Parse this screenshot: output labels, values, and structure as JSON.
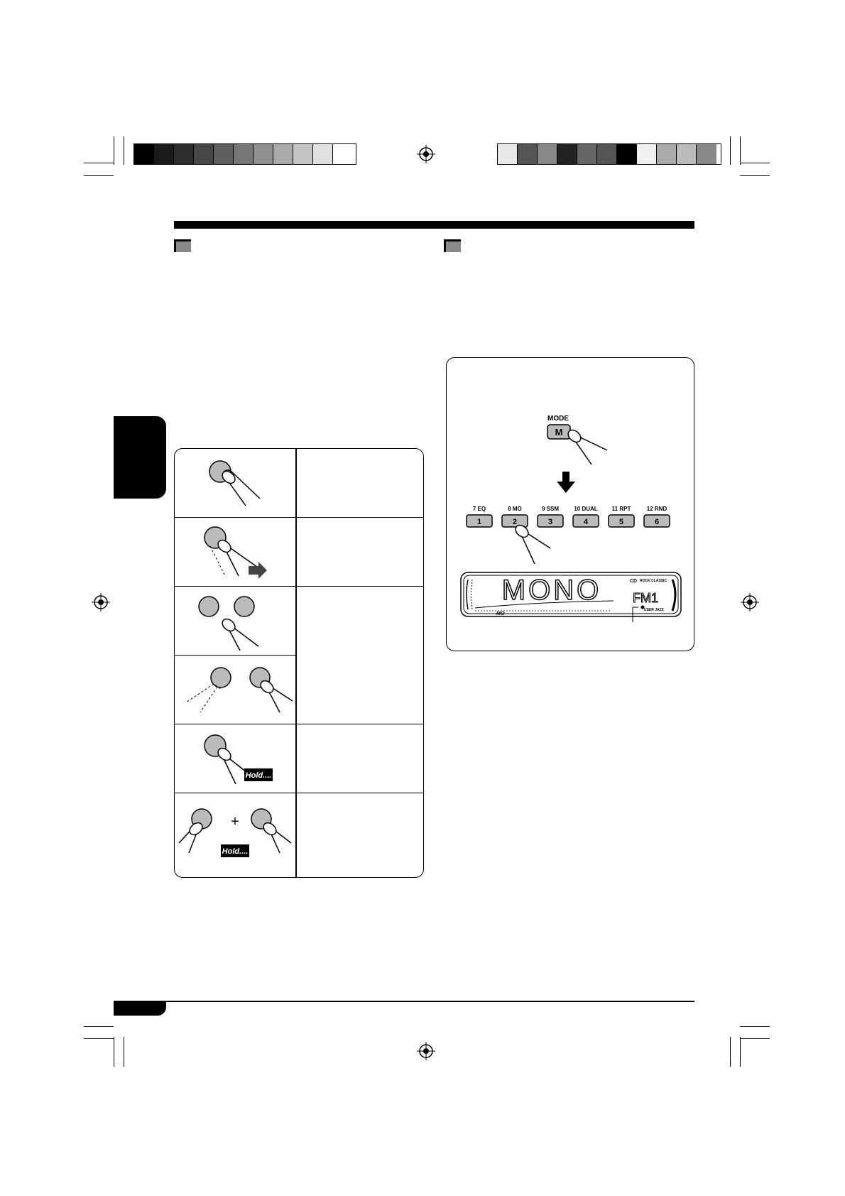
{
  "figure": {
    "mode_label": "MODE",
    "mode_key": "M",
    "preset_buttons": [
      {
        "top": "7  EQ",
        "key": "1"
      },
      {
        "top": "8  MO",
        "key": "2"
      },
      {
        "top": "9  SSM",
        "key": "3"
      },
      {
        "top": "10 DUAL",
        "key": "4"
      },
      {
        "top": "11 RPT",
        "key": "5"
      },
      {
        "top": "12  RND",
        "key": "6"
      }
    ],
    "display_main": "MONO",
    "display_band": "FM1",
    "display_small": "MO",
    "display_modes_top": "ROCK CLASSIC",
    "display_modes_bottom": "USER JAZZ",
    "display_cd": "CD"
  },
  "operations": {
    "hold_label": "Hold....",
    "plus_sign": "+"
  }
}
